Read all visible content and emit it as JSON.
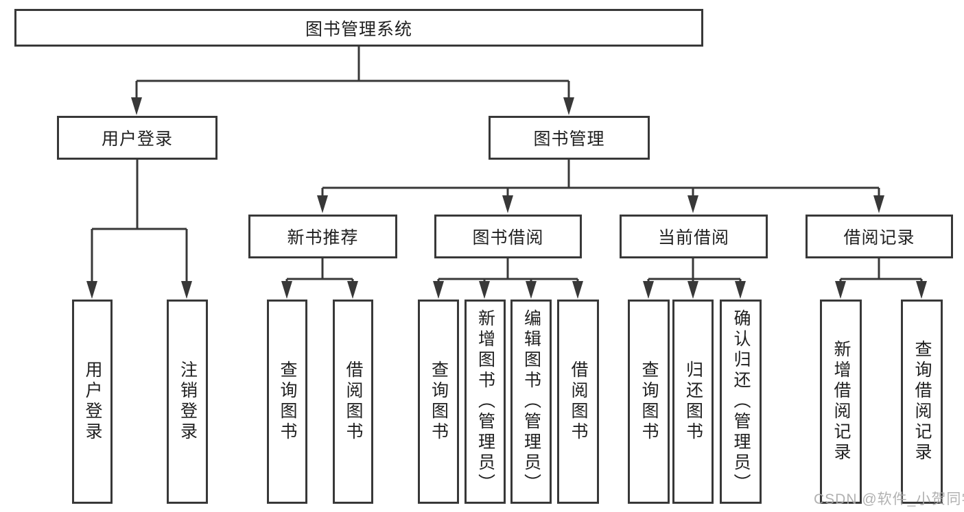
{
  "diagram_title": "图书管理系统",
  "tree": {
    "root": {
      "label": "图书管理系统"
    },
    "user_login": {
      "label": "用户登录",
      "children": [
        {
          "label": "用户登录"
        },
        {
          "label": "注销登录"
        }
      ]
    },
    "book_management": {
      "label": "图书管理",
      "children": [
        {
          "label": "新书推荐",
          "children": [
            {
              "label": "查询图书"
            },
            {
              "label": "借阅图书"
            }
          ]
        },
        {
          "label": "图书借阅",
          "children": [
            {
              "label": "查询图书"
            },
            {
              "label": "新增图书（管理员）"
            },
            {
              "label": "编辑图书（管理员）"
            },
            {
              "label": "借阅图书"
            }
          ]
        },
        {
          "label": "当前借阅",
          "children": [
            {
              "label": "查询图书"
            },
            {
              "label": "归还图书"
            },
            {
              "label": "确认归还（管理员）"
            }
          ]
        },
        {
          "label": "借阅记录",
          "children": [
            {
              "label": "新增借阅记录"
            },
            {
              "label": "查询借阅记录"
            }
          ]
        }
      ]
    }
  },
  "watermark": "CSDN @软件_小贺同学",
  "colors": {
    "line": "#383838",
    "box_border": "#383838",
    "text": "#1f1f1f",
    "background": "#ffffff",
    "watermark": "#a9a9a9"
  }
}
